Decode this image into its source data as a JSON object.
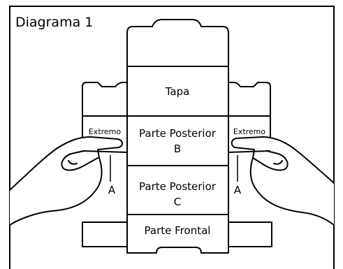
{
  "title": "Diagrama 1",
  "panels": {
    "top": "Tapa",
    "back_b_line1": "Parte Posterior",
    "back_b_line2": "B",
    "back_c_line1": "Parte Posterior",
    "back_c_line2": "C",
    "front": "Parte Frontal"
  },
  "side_labels": {
    "left": "Extremo",
    "right": "Extremo"
  },
  "callouts": {
    "left": "A",
    "right": "A"
  },
  "colors": {
    "line": "#000000",
    "background": "#ffffff"
  }
}
